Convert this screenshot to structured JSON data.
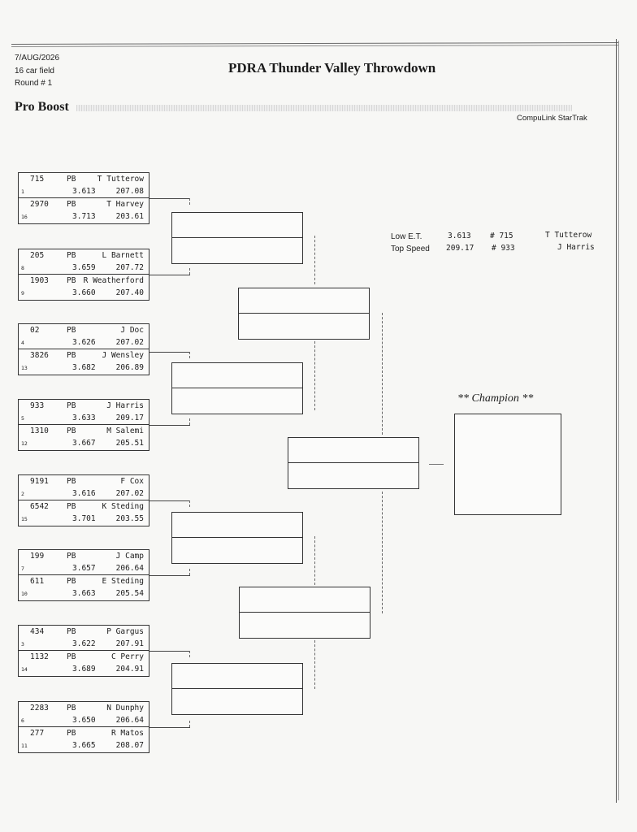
{
  "header": {
    "date": "7/AUG/2026",
    "field": "16 car field",
    "round": "Round # 1",
    "title": "PDRA Thunder Valley Throwdown",
    "class_name": "Pro Boost",
    "timing_system": "CompuLink StarTrak"
  },
  "stats": {
    "low_et": {
      "label": "Low  E.T.",
      "value": "3.613",
      "car": "# 715",
      "driver": "T Tutterow"
    },
    "top_speed": {
      "label": "Top Speed",
      "value": "209.17",
      "car": "# 933",
      "driver": "J Harris"
    }
  },
  "champion_label": "** Champion **",
  "pairings": [
    {
      "top": {
        "car": "715",
        "cls": "PB",
        "driver": "T Tutterow",
        "seed": "1",
        "et": "3.613",
        "mph": "207.08"
      },
      "bottom": {
        "car": "2970",
        "cls": "PB",
        "driver": "T Harvey",
        "seed": "16",
        "et": "3.713",
        "mph": "203.61"
      }
    },
    {
      "top": {
        "car": "205",
        "cls": "PB",
        "driver": "L Barnett",
        "seed": "8",
        "et": "3.659",
        "mph": "207.72"
      },
      "bottom": {
        "car": "1903",
        "cls": "PB",
        "driver": "R Weatherford",
        "seed": "9",
        "et": "3.660",
        "mph": "207.40"
      }
    },
    {
      "top": {
        "car": "02",
        "cls": "PB",
        "driver": "J Doc",
        "seed": "4",
        "et": "3.626",
        "mph": "207.02"
      },
      "bottom": {
        "car": "3826",
        "cls": "PB",
        "driver": "J Wensley",
        "seed": "13",
        "et": "3.682",
        "mph": "206.89"
      }
    },
    {
      "top": {
        "car": "933",
        "cls": "PB",
        "driver": "J Harris",
        "seed": "5",
        "et": "3.633",
        "mph": "209.17"
      },
      "bottom": {
        "car": "1310",
        "cls": "PB",
        "driver": "M Salemi",
        "seed": "12",
        "et": "3.667",
        "mph": "205.51"
      }
    },
    {
      "top": {
        "car": "9191",
        "cls": "PB",
        "driver": "F Cox",
        "seed": "2",
        "et": "3.616",
        "mph": "207.02"
      },
      "bottom": {
        "car": "6542",
        "cls": "PB",
        "driver": "K Steding",
        "seed": "15",
        "et": "3.701",
        "mph": "203.55"
      }
    },
    {
      "top": {
        "car": "199",
        "cls": "PB",
        "driver": "J Camp",
        "seed": "7",
        "et": "3.657",
        "mph": "206.64"
      },
      "bottom": {
        "car": "611",
        "cls": "PB",
        "driver": "E Steding",
        "seed": "10",
        "et": "3.663",
        "mph": "205.54"
      }
    },
    {
      "top": {
        "car": "434",
        "cls": "PB",
        "driver": "P Gargus",
        "seed": "3",
        "et": "3.622",
        "mph": "207.91"
      },
      "bottom": {
        "car": "1132",
        "cls": "PB",
        "driver": "C Perry",
        "seed": "14",
        "et": "3.689",
        "mph": "204.91"
      }
    },
    {
      "top": {
        "car": "2283",
        "cls": "PB",
        "driver": "N Dunphy",
        "seed": "6",
        "et": "3.650",
        "mph": "206.64"
      },
      "bottom": {
        "car": "277",
        "cls": "PB",
        "driver": "R Matos",
        "seed": "11",
        "et": "3.665",
        "mph": "208.07"
      }
    }
  ]
}
